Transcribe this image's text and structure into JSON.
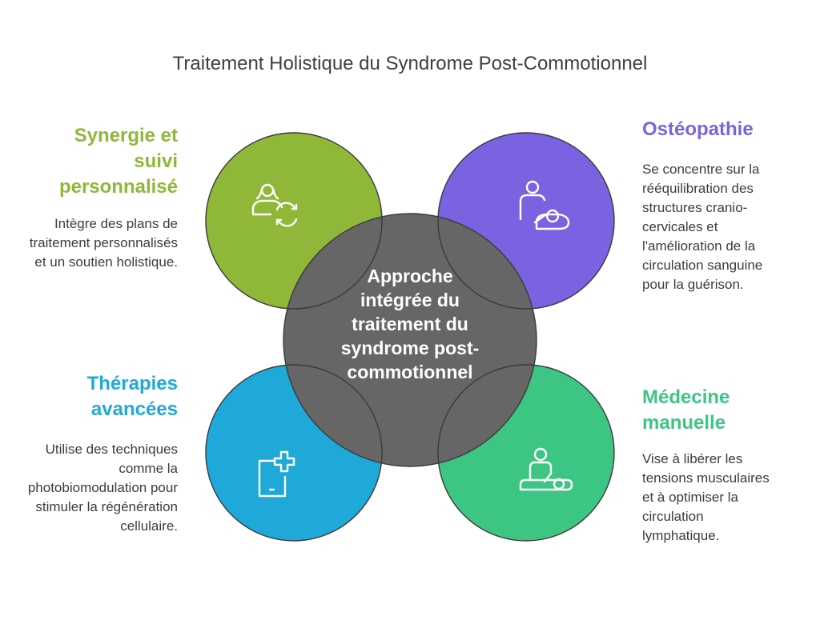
{
  "title": "Traitement Holistique du Syndrome Post-Commotionnel",
  "center": {
    "label": "Approche intégrée du traitement du syndrome post-commotionnel",
    "color": "#666666"
  },
  "nodes": [
    {
      "key": "synergie",
      "heading": "Synergie et suivi personnalisé",
      "description": "Intègre des plans de traitement personnalisés et un soutien holistique.",
      "color": "#8fb839",
      "icon": "person-cycle-icon"
    },
    {
      "key": "osteopathie",
      "heading": "Ostéopathie",
      "description": "Se concentre sur la rééquilibration des structures cranio-cervicales et l'amélioration de la circulation sanguine pour la guérison.",
      "color": "#7b62e0",
      "icon": "caregiver-baby-icon"
    },
    {
      "key": "therapies",
      "heading": "Thérapies avancées",
      "description": "Utilise des techniques comme la photobiomodulation pour stimuler la régénération cellulaire.",
      "color": "#1ea9d8",
      "icon": "medical-tablet-icon"
    },
    {
      "key": "medecine",
      "heading": "Médecine manuelle",
      "description": "Vise à libérer les tensions musculaires et à optimiser la circulation lymphatique.",
      "color": "#3dc583",
      "icon": "massage-therapist-icon"
    }
  ]
}
